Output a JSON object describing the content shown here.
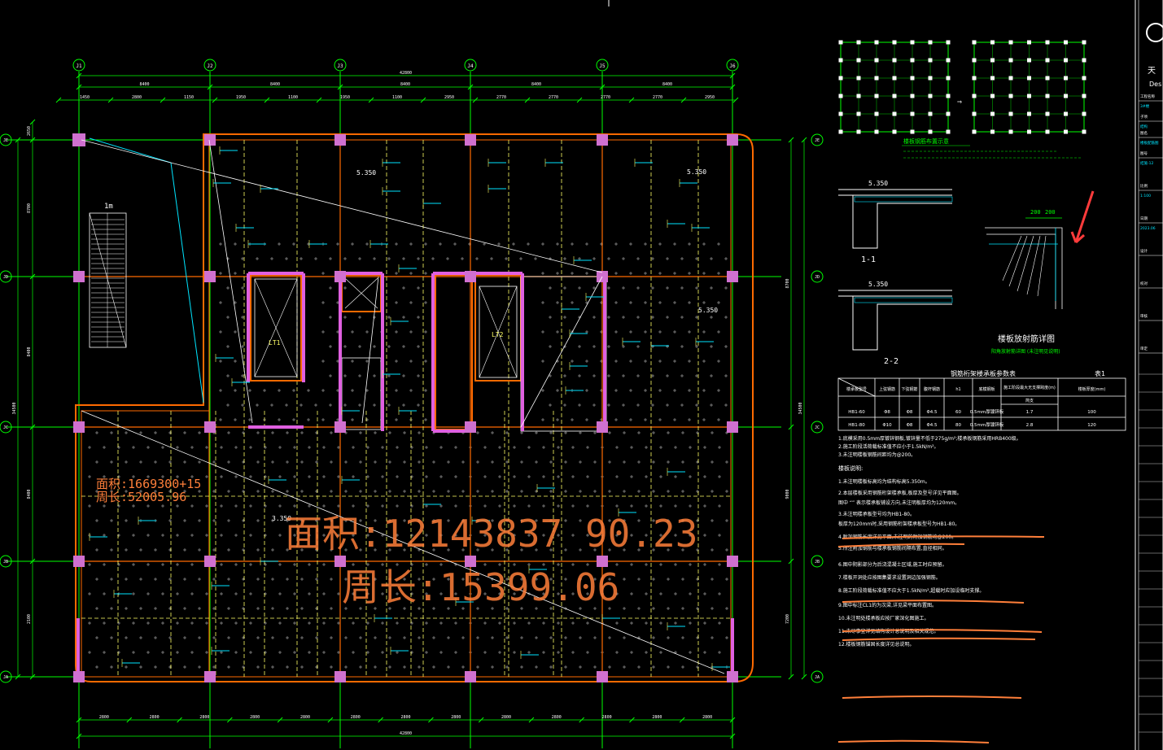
{
  "axes": {
    "top": [
      "J1",
      "J2",
      "J3",
      "J4",
      "J5",
      "J6"
    ],
    "left": [
      "JE",
      "JD",
      "JC",
      "JB",
      "JA"
    ],
    "right": [
      "JE",
      "JD",
      "JC",
      "JB",
      "JA"
    ]
  },
  "dims": {
    "top_overall": "42800",
    "top_segments": [
      "8400",
      "8400",
      "8400",
      "8400",
      "8400"
    ],
    "top_detail": [
      "1450",
      "2800",
      "1150",
      "1950",
      "1100",
      "1950",
      "1100",
      "2950",
      "2770",
      "2770",
      "2770",
      "2770",
      "2950"
    ],
    "bottom_segments": [
      "2800",
      "2800",
      "2800",
      "2800",
      "2800",
      "2800",
      "2800",
      "2800",
      "2800",
      "2800",
      "2800",
      "2800",
      "2800"
    ],
    "bottom_overall": "42800",
    "left_overall": "34500",
    "right_overall": "34500",
    "left_segments": [
      "2650",
      "8700",
      "8400",
      "8400",
      "2100"
    ],
    "right_segments": [
      "8700",
      "9000",
      "7200"
    ]
  },
  "area_labels": {
    "overlay_area": "面积:12143837 90.23",
    "overlay_perimeter": "周长:15399.06",
    "small_area": "面积:1669300+15",
    "small_perimeter": "周长:52005.96"
  },
  "plan_labels": {
    "level_1": "5.350",
    "level_2": "5.350",
    "level_3": "5.350",
    "level_4": "3.350",
    "slab_lt1": "LT1",
    "slab_lt2": "LT2",
    "stair_label": "1m"
  },
  "sections": {
    "title_top": "楼板钢筋布置示意",
    "section_1": "1-1",
    "section_2": "2-2",
    "slab_thk_1": "5.350",
    "slab_thk_2": "5.350",
    "corner_detail_title": "楼板放射筋详图",
    "corner_detail_sub": "阳角放射筋详图 (未注明见说明)",
    "dim_200_1": "200",
    "dim_200_2": "200"
  },
  "table": {
    "title": "钢筋桁架楼承板参数表",
    "table_no": "表1",
    "headers": [
      "楼承板型号",
      "上弦钢筋",
      "下弦钢筋",
      "腹杆钢筋",
      "h1",
      "底模钢板",
      "施工阶段最大无支撑跨度(m)",
      "楼板厚度(mm)"
    ],
    "sub_header": "简支",
    "rows": [
      [
        "HB1-60",
        "Φ8",
        "Φ8",
        "Φ4.5",
        "60",
        "0.5mm厚镀锌板",
        "1.7",
        "100"
      ],
      [
        "HB1-80",
        "Φ10",
        "Φ8",
        "Φ4.5",
        "80",
        "0.5mm厚镀锌板",
        "2.8",
        "120"
      ]
    ]
  },
  "notes": {
    "pre": [
      "1.底模采用0.5mm厚镀锌钢板,镀锌量不低于275g/m²;楼承板钢筋采用HRB400级。",
      "2.施工阶段活荷载标准值不应小于1.5kN/m²。",
      "3.未注明楼板钢筋间距均为@200。"
    ],
    "header": "楼板说明:",
    "items": [
      "1.未注明楼板标高均为结构标高5.350m。",
      "2.本层楼板采用钢筋桁架楼承板,板厚及型号详见平面图。",
      "图中 “” 表示楼承板铺设方向,未注明板厚均为120mm。",
      "3.未注明楼承板型号均为HB1-80。",
      "板厚为120mm时,采用钢筋桁架楼承板型号为HB1-80。",
      "4.附加钢筋长度详见平面,未注明的附加钢筋均@200。",
      "5.所注附加钢筋与楼承板钢筋间隔布置,直径相同。",
      "6.图中阴影部分为后浇混凝土区域,施工时应预留。",
      "7.楼板开洞处应按图集要求设置洞边加强钢筋。",
      "8.施工阶段荷载标准值不应大于1.5kN/m²,超载时应加设临时支撑。",
      "9.图中标注CL1的为次梁,详见梁平面布置图。",
      "10.未注明处楼承板应按厂家深化图施工。",
      "11.未尽事宜详见结构设计总说明及相关规范。",
      "12.楼板钢筋锚固长度详见总说明。"
    ]
  },
  "title_block": {
    "logo_text": "Des",
    "labels": [
      "工程名称",
      "子项",
      "图名",
      "图号",
      "比例",
      "日期",
      "设计",
      "校对",
      "审核",
      "审定"
    ],
    "values": [
      "3#楼",
      "结构",
      "楼板配筋图",
      "结施-12",
      "1:100",
      "2023.06",
      "",
      "",
      "",
      ""
    ]
  },
  "colors": {
    "grid": "#00ff00",
    "beam": "#ff6a00",
    "column": "#e060e0",
    "rebar": "#ffff66",
    "dim": "#00ff00",
    "text_cyan": "#00e5ff",
    "text": "#ffffff",
    "overlay": "#ff7f3a",
    "marker": "#ff3b3b"
  }
}
